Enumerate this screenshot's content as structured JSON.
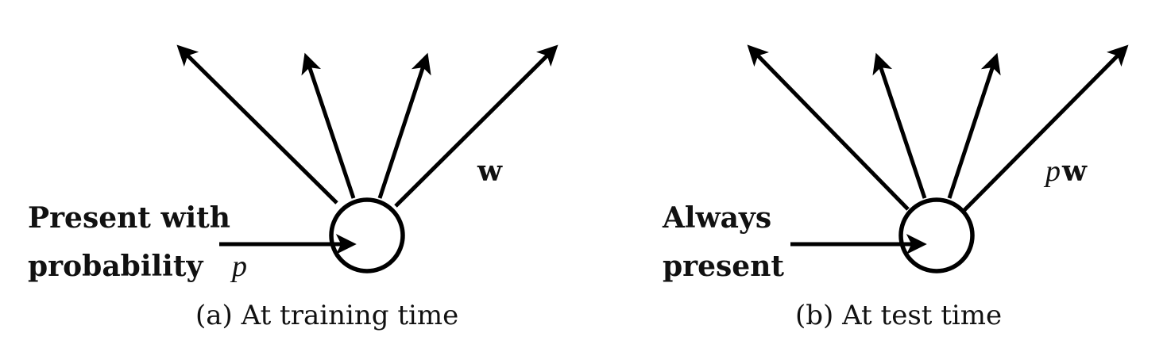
{
  "panel_a": {
    "input_label_line1": "Present with",
    "input_label_line2": "probability",
    "input_label_var": "p",
    "weight_label": "w",
    "caption": "(a) At training time"
  },
  "panel_b": {
    "input_label_line1": "Always",
    "input_label_line2": "present",
    "weight_label_coeff": "p",
    "weight_label": "w",
    "caption": "(b) At test time"
  },
  "colors": {
    "stroke": "#000000",
    "text": "#111111"
  }
}
